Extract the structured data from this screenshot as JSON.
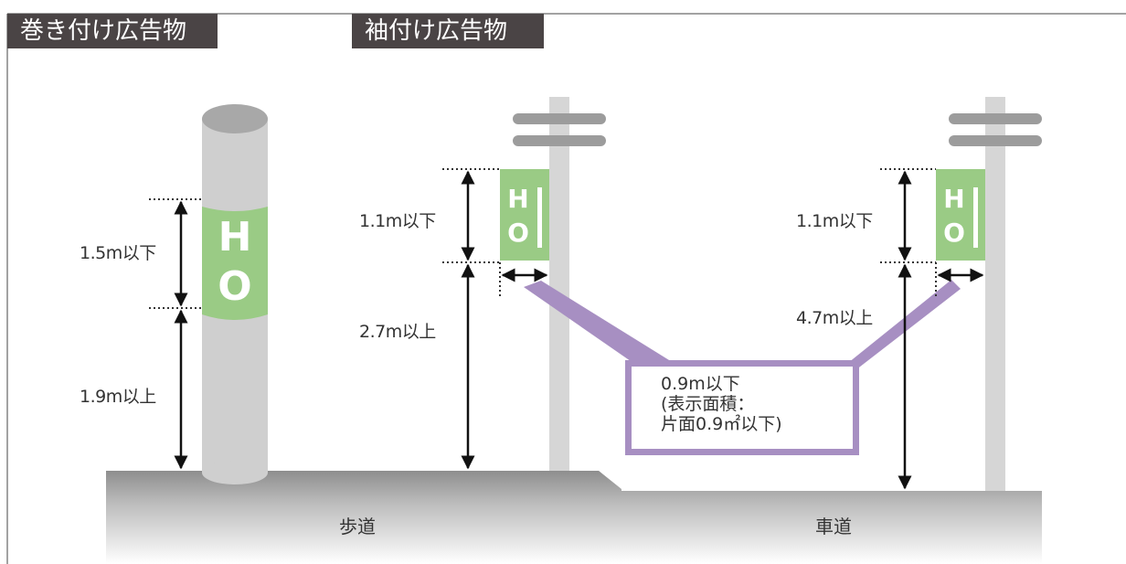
{
  "titles": {
    "wrap_sign": "巻き付け広告物",
    "sleeve_sign": "袖付け広告物"
  },
  "labels": {
    "wrap_height": "1.5m以下",
    "wrap_clearance": "1.9m以上",
    "sleeve_height_sidewalk": "1.1m以下",
    "sleeve_clearance_sidewalk": "2.7m以上",
    "sleeve_height_road": "1.1m以下",
    "sleeve_clearance_road": "4.7m以上"
  },
  "note": {
    "line1": "0.9m以下",
    "line2": "(表示面積：",
    "line3": "片面0.9㎡以下)"
  },
  "ground": {
    "sidewalk": "歩道",
    "roadway": "車道"
  },
  "sign_letters": {
    "wrap_top": "H",
    "wrap_bottom": "O",
    "sleeve_top": "H",
    "sleeve_bottom": "O"
  },
  "colors": {
    "sign_green": "#9acb85",
    "pole_gray": "#cfcfcf",
    "pole_top": "#a8a8a8",
    "callout_purple": "#a78fc2",
    "title_bg": "#4a4445"
  }
}
